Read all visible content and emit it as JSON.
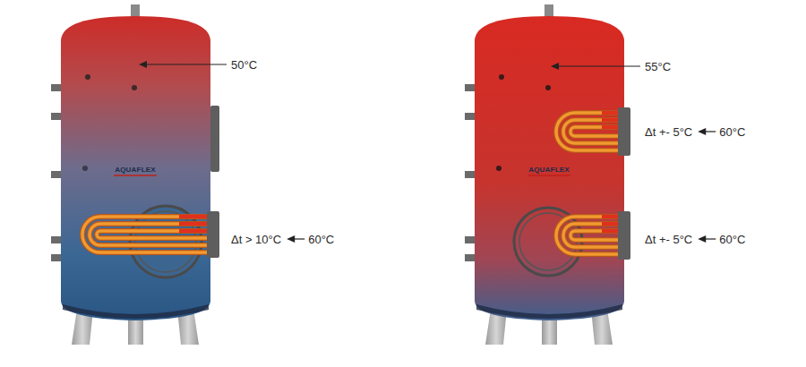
{
  "diagram": {
    "labels": [
      "50°C",
      "AQUAFLEX",
      "Δt > 10°C",
      "60°C",
      "55°C",
      "AQUAFLEX",
      "Δt +- 5°C",
      "60°C",
      "Δt +- 5°C",
      "60°C"
    ]
  }
}
